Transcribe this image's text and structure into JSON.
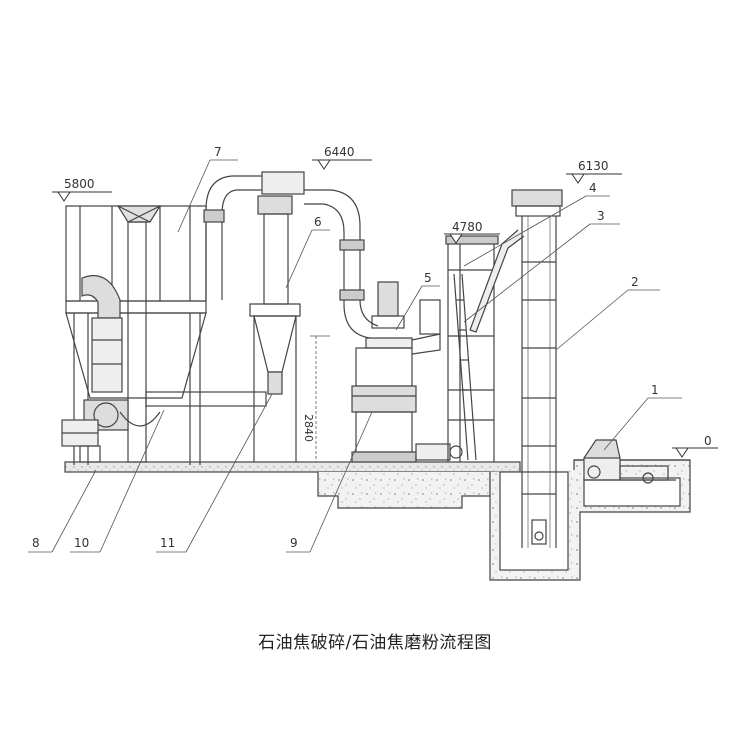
{
  "elevations": {
    "left_tower": "5800",
    "cyclone_top": "6440",
    "platform": "4780",
    "elevator_top": "6130",
    "ground": "0"
  },
  "dimension": {
    "mill_height": "2840"
  },
  "callouts": [
    "1",
    "2",
    "3",
    "4",
    "5",
    "6",
    "7",
    "8",
    "9",
    "10",
    "11"
  ],
  "caption": "石油焦破碎/石油焦磨粉流程图"
}
